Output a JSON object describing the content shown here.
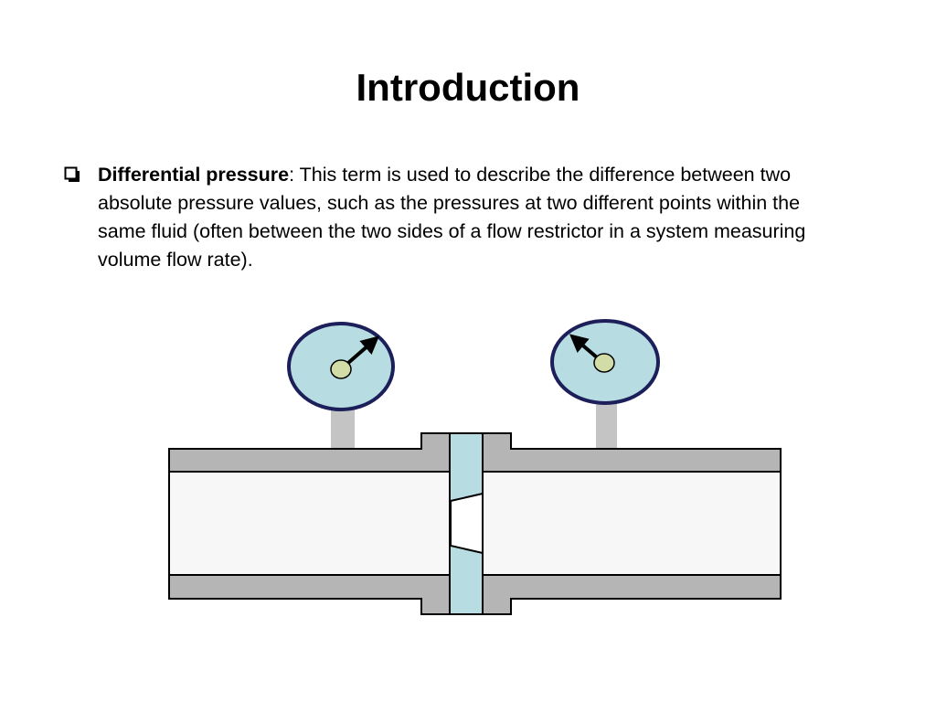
{
  "slide": {
    "title": "Introduction"
  },
  "bullet": {
    "marker_icon": "checkbox-bullet-icon",
    "term": "Differential pressure",
    "separator": ":",
    "text": " This term is used to describe the difference between two absolute pressure values, such as the pressures at two different points within the same fluid (often between the two sides of a flow restrictor in a system measuring volume flow rate)."
  },
  "diagram": {
    "icons": [
      "pressure-gauge-left-icon",
      "pressure-gauge-right-icon",
      "orifice-plate-icon",
      "pipe-icon"
    ],
    "gauges": [
      {
        "name": "upstream-gauge",
        "needle": "points-upper-right"
      },
      {
        "name": "downstream-gauge",
        "needle": "points-upper-left"
      }
    ],
    "colors": {
      "pipe_wall": "#b5b5b5",
      "pipe_bore": "#f7f7f7",
      "gauge_face": "#b7dde2",
      "gauge_rim": "#1c1f5a",
      "gauge_hub": "#d2dca6",
      "gauge_stem": "#c4c4c4",
      "orifice_plate": "#b7dde2",
      "outline": "#000000"
    }
  }
}
